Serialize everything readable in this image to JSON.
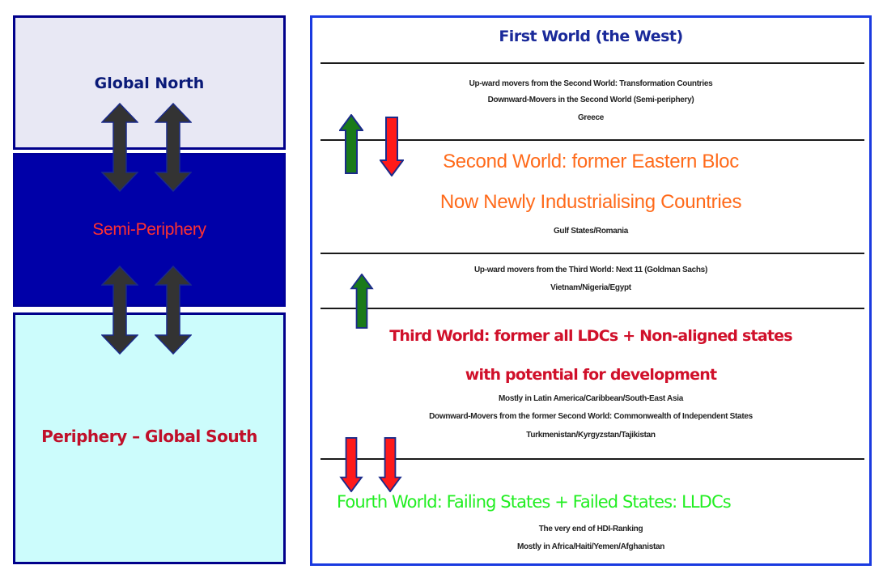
{
  "left_column": {
    "global_north": {
      "label": "Global North",
      "bg": "#e8e8f4"
    },
    "semi_periphery": {
      "label": "Semi-Periphery",
      "bg": "#0000a8"
    },
    "periphery": {
      "label": "Periphery – Global South",
      "bg": "#ccfcfc"
    },
    "arrow_icon": "double-headed-vertical-arrow",
    "arrow_color": "#333333"
  },
  "right_panel": {
    "border_color": "#1a3ae0",
    "first_world": {
      "title": "First World (the West)"
    },
    "movers_second": {
      "line1": "Up-ward movers from the Second World: Transformation Countries",
      "line2": "Downward-Movers in the Second World (Semi-periphery)",
      "line3": "Greece"
    },
    "second_world": {
      "title": "Second World:  former Eastern Bloc",
      "subtitle": "Now Newly Industrialising Countries",
      "examples": "Gulf States/Romania"
    },
    "movers_third": {
      "line1": "Up-ward movers from the Third World: Next 11 (Goldman Sachs)",
      "line2": "Vietnam/Nigeria/Egypt"
    },
    "third_world": {
      "title": "Third World: former all LDCs + Non-aligned states",
      "subtitle": "with potential for development",
      "line1": "Mostly in Latin America/Caribbean/South-East Asia",
      "line2": "Downward-Movers from the former Second World: Commonwealth of Independent States",
      "line3": "Turkmenistan/Kyrgyzstan/Tajikistan"
    },
    "fourth_world": {
      "title": "Fourth World: Failing States + Failed States: LLDCs",
      "line1": "The very end of HDI-Ranking",
      "line2": "Mostly in Africa/Haiti/Yemen/Afghanistan"
    },
    "colors": {
      "up_arrow": "#1a7a1a",
      "down_arrow": "#ff1a1a",
      "arrow_outline": "#1a2a8a"
    }
  }
}
